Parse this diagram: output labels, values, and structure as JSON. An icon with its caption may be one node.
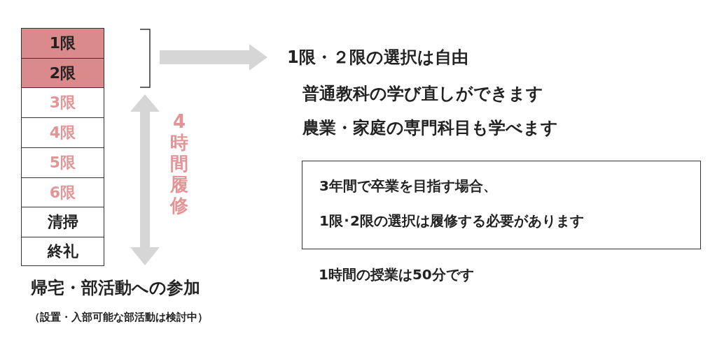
{
  "diagram": {
    "nodes": [
      {
        "text": [
          "1限"
        ]
      },
      {
        "text": [
          "2限"
        ]
      },
      {
        "text": [
          "3限"
        ]
      },
      {
        "text": [
          "4限"
        ]
      },
      {
        "text": [
          "5限"
        ]
      },
      {
        "text": [
          "6限"
        ]
      },
      {
        "text": [
          "清掃"
        ]
      },
      {
        "text": [
          "終礼"
        ]
      },
      {
        "text": [
          "1限・２限の選択は自由"
        ]
      },
      {
        "text": [
          "3年間で卒業を目指す場合、",
          "1限･2限の選択は履修する必要があります"
        ]
      }
    ],
    "edges": [
      {
        "from": null,
        "to": 8,
        "arrow": "to"
      }
    ],
    "labels": [
      "4時間履修",
      "普通教科の学び直しができます",
      "農業・家庭の専門科目も学べます",
      "1時間の授業は50分です",
      "帰宅・部活動への参加",
      "（設置・入部可能な部活動は検討中）"
    ]
  }
}
